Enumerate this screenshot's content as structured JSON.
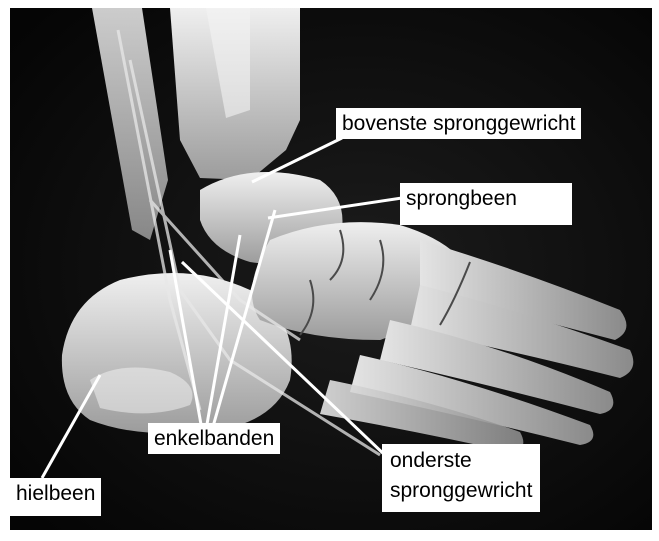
{
  "figure": {
    "image_subject": "foot-skeleton-xray-icon",
    "labels": {
      "bovenste_spronggewricht": "bovenste spronggewricht",
      "sprongbeen": "sprongbeen",
      "enkelbanden": "enkelbanden",
      "hielbeen": "hielbeen",
      "onderste_spronggewricht_line1": "onderste",
      "onderste_spronggewricht_line2": "spronggewricht"
    },
    "colors": {
      "background": "#0b0b0b",
      "bone": "#d8d8d8",
      "label_bg": "#ffffff",
      "leader_line": "#ffffff"
    }
  }
}
